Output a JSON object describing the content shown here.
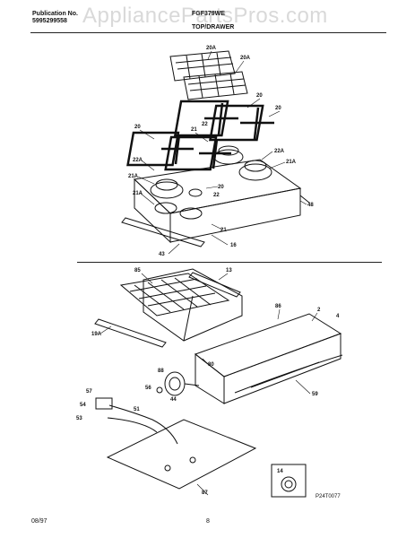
{
  "header": {
    "publication_label": "Publication No.",
    "publication_number": "5995299558",
    "model": "FGF379WE",
    "section": "TOP/DRAWER",
    "watermark": "AppliancePartsPros.com"
  },
  "top_labels": [
    "20A",
    "20A",
    "20",
    "20",
    "20",
    "21",
    "22",
    "22A",
    "21A",
    "22A",
    "21A",
    "20",
    "22",
    "21A",
    "21",
    "16",
    "43",
    "48"
  ],
  "drawer_labels": [
    "85",
    "13",
    "86",
    "2",
    "4",
    "19A",
    "59",
    "80",
    "88",
    "44",
    "56",
    "57",
    "54",
    "53",
    "51",
    "87"
  ],
  "inset": {
    "part": "14"
  },
  "footer": {
    "date": "08/97",
    "page": "8",
    "fig_code": "P24T0077"
  }
}
